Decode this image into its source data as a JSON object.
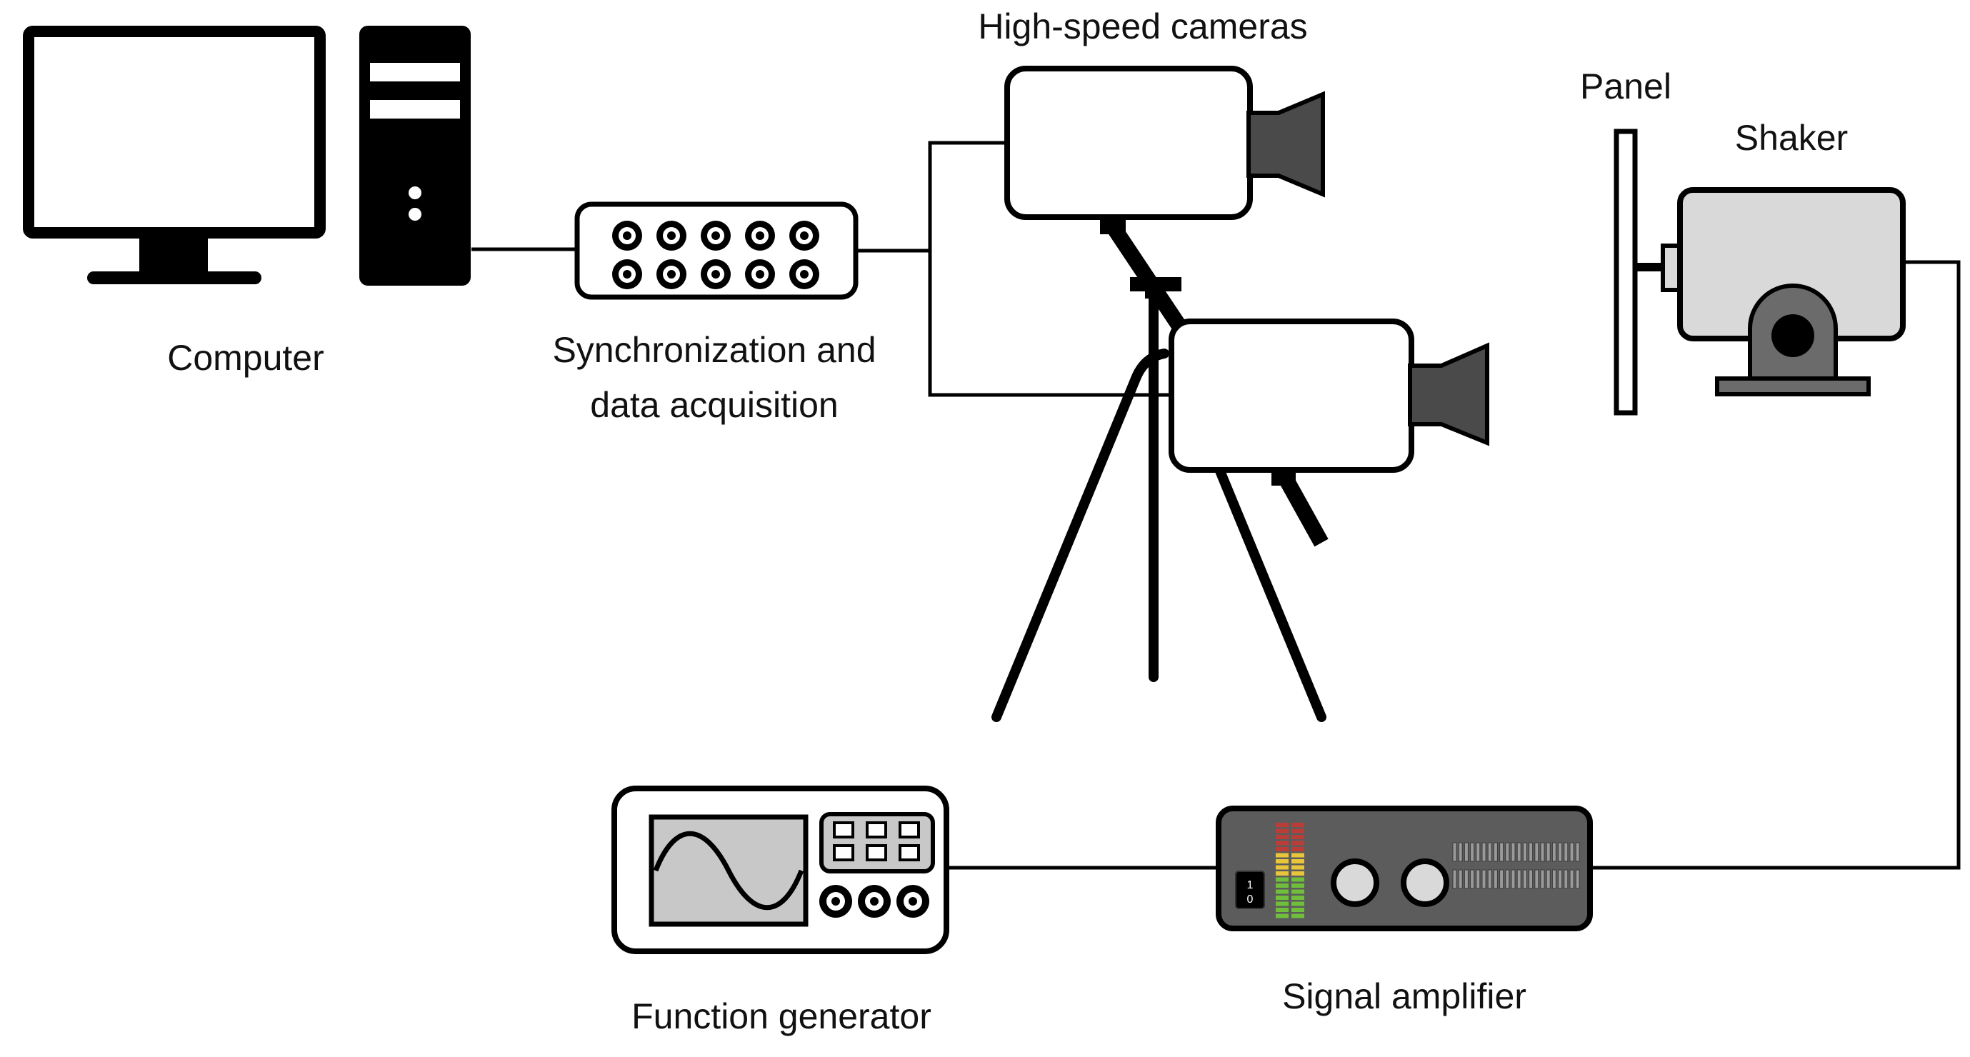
{
  "labels": {
    "computer": "Computer",
    "sync_line1": "Synchronization and",
    "sync_line2": "data acquisition",
    "cameras": "High-speed cameras",
    "panel": "Panel",
    "shaker": "Shaker",
    "function_generator": "Function generator",
    "signal_amplifier": "Signal amplifier"
  },
  "amplifier_switch": {
    "on": "1",
    "off": "0"
  },
  "colors": {
    "stroke": "#000000",
    "camera_lens": "#4a4a4a",
    "shaker_body": "#d9d9d9",
    "shaker_mount": "#6b6b6b",
    "amplifier_body": "#5c5c5c",
    "generator_screen": "#c8c8c8",
    "meter_red": "#d9342b",
    "meter_yellow": "#e8c53a",
    "meter_green": "#6fbf3b"
  }
}
